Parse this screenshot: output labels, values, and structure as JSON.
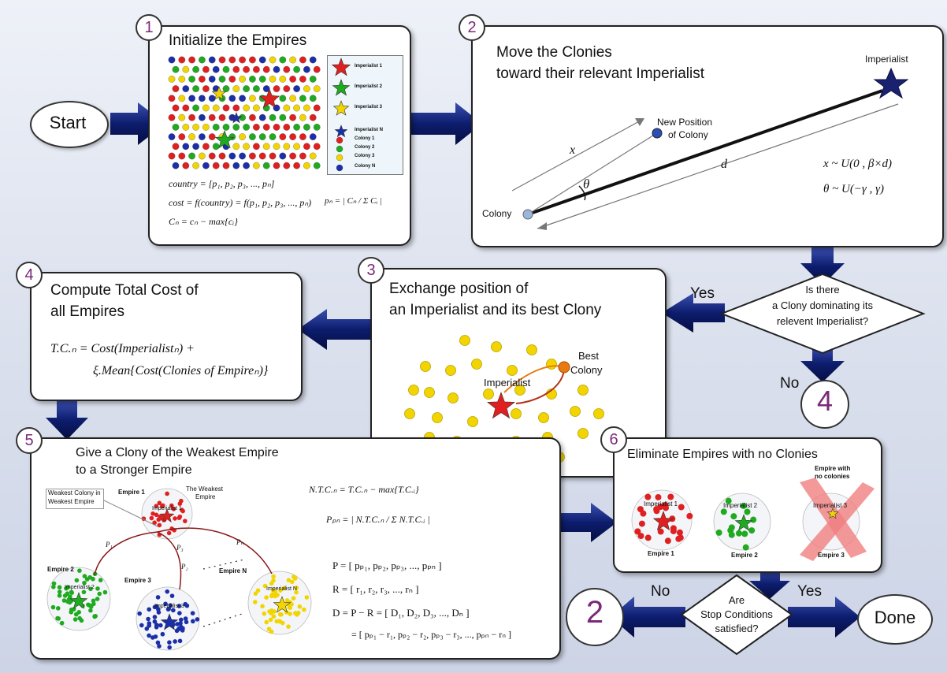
{
  "start": "Start",
  "done": "Done",
  "step1": {
    "num": "1",
    "title": "Initialize the Empires",
    "legend": [
      "Imperialist 1",
      "Imperialist 2",
      "Imperialist 3",
      "Imperialist N",
      "Colony 1",
      "Colony 2",
      "Colony 3",
      "Colony N"
    ],
    "eq_country": "country = [p₁, p₂, p₃, ..., pₙ]",
    "eq_cost": "cost = f(country) = f(p₁, p₂, p₃, ..., pₙ)",
    "eq_cn": "Cₙ = cₙ − max{cᵢ}",
    "eq_pn": "pₙ = | Cₙ / Σ Cᵢ |"
  },
  "step2": {
    "num": "2",
    "title_line1": "Move the Clonies",
    "title_line2": "toward their relevant Imperialist",
    "imperialist": "Imperialist",
    "new_position_line1": "New Position",
    "new_position_line2": "of Colony",
    "colony": "Colony",
    "x_label": "x",
    "d_label": "d",
    "theta_label": "θ",
    "eq_x": "x ~ U(0 , β×d)",
    "eq_theta": "θ ~ U(−γ , γ)"
  },
  "decision1": {
    "line1": "Is there",
    "line2": "a Clony dominating its",
    "line3": "relevent Imperialist?",
    "yes": "Yes",
    "no": "No",
    "target": "4"
  },
  "step3": {
    "num": "3",
    "title_line1": "Exchange position of",
    "title_line2": "an Imperialist and its best Clony",
    "imperialist": "Imperialist",
    "best_line1": "Best",
    "best_line2": "Colony"
  },
  "step4": {
    "num": "4",
    "title_line1": "Compute Total Cost of",
    "title_line2": "all Empires",
    "eq_line1": "T.C.ₙ = Cost(Imperialistₙ) +",
    "eq_line2": "ξ.Mean{Cost(Clonies of Empireₙ)}"
  },
  "step5": {
    "num": "5",
    "title_line1": "Give a Clony of the Weakest Empire",
    "title_line2": "to a Stronger Empire",
    "weakest_colony_line1": "Weakest Colony in",
    "weakest_colony_line2": "Weakest Empire",
    "empire1": "Empire 1",
    "weakest_line1": "The Weakest",
    "weakest_line2": "Empire",
    "empire2": "Empire 2",
    "empire3": "Empire 3",
    "empireN": "Empire N",
    "imp1": "Imperialist 1",
    "imp2": "Imperialist 2",
    "imp3": "Imperialist 3",
    "impN": "Imperialist N",
    "p1": "P₁",
    "p2": "P₂",
    "p3": "P₃",
    "pn": "Pₙ",
    "eq_ntc": "N.T.C.ₙ = T.C.ₙ − max{T.C.ᵢ}",
    "eq_pp": "Pₚₙ = | N.T.C.ₙ / Σ N.T.C.ᵢ |",
    "eq_P": "P = [ pₚ₁, pₚ₂, pₚ₃, ..., pₚₙ ]",
    "eq_R": "R = [ r₁, r₂, r₃, ..., rₙ ]",
    "eq_D": "D = P − R = [ D₁, D₂, D₃, ..., Dₙ ]",
    "eq_D2": "= [ pₚ₁ − r₁, pₚ₂ − r₂, pₚ₃ − r₃, ..., pₚₙ − rₙ ]"
  },
  "step6": {
    "num": "6",
    "title": "Eliminate Empires with no Clonies",
    "imp1": "Imperialist 1",
    "imp2": "Imperialist 2",
    "imp3": "Imperialist 3",
    "no_col_line1": "Empire with",
    "no_col_line2": "no colonies",
    "e1": "Empire 1",
    "e2": "Empire 2",
    "e3": "Empire 3"
  },
  "decision2": {
    "line1": "Are",
    "line2": "Stop Conditions",
    "line3": "satisfied?",
    "yes": "Yes",
    "no": "No",
    "target": "2"
  },
  "colors": {
    "arrow": "#0d1d6e",
    "number": "#7a2a7a",
    "red": "#e02020",
    "green": "#1faa1f",
    "yellow": "#f2d500",
    "blue": "#1a2fa8",
    "orange": "#e87a10"
  }
}
